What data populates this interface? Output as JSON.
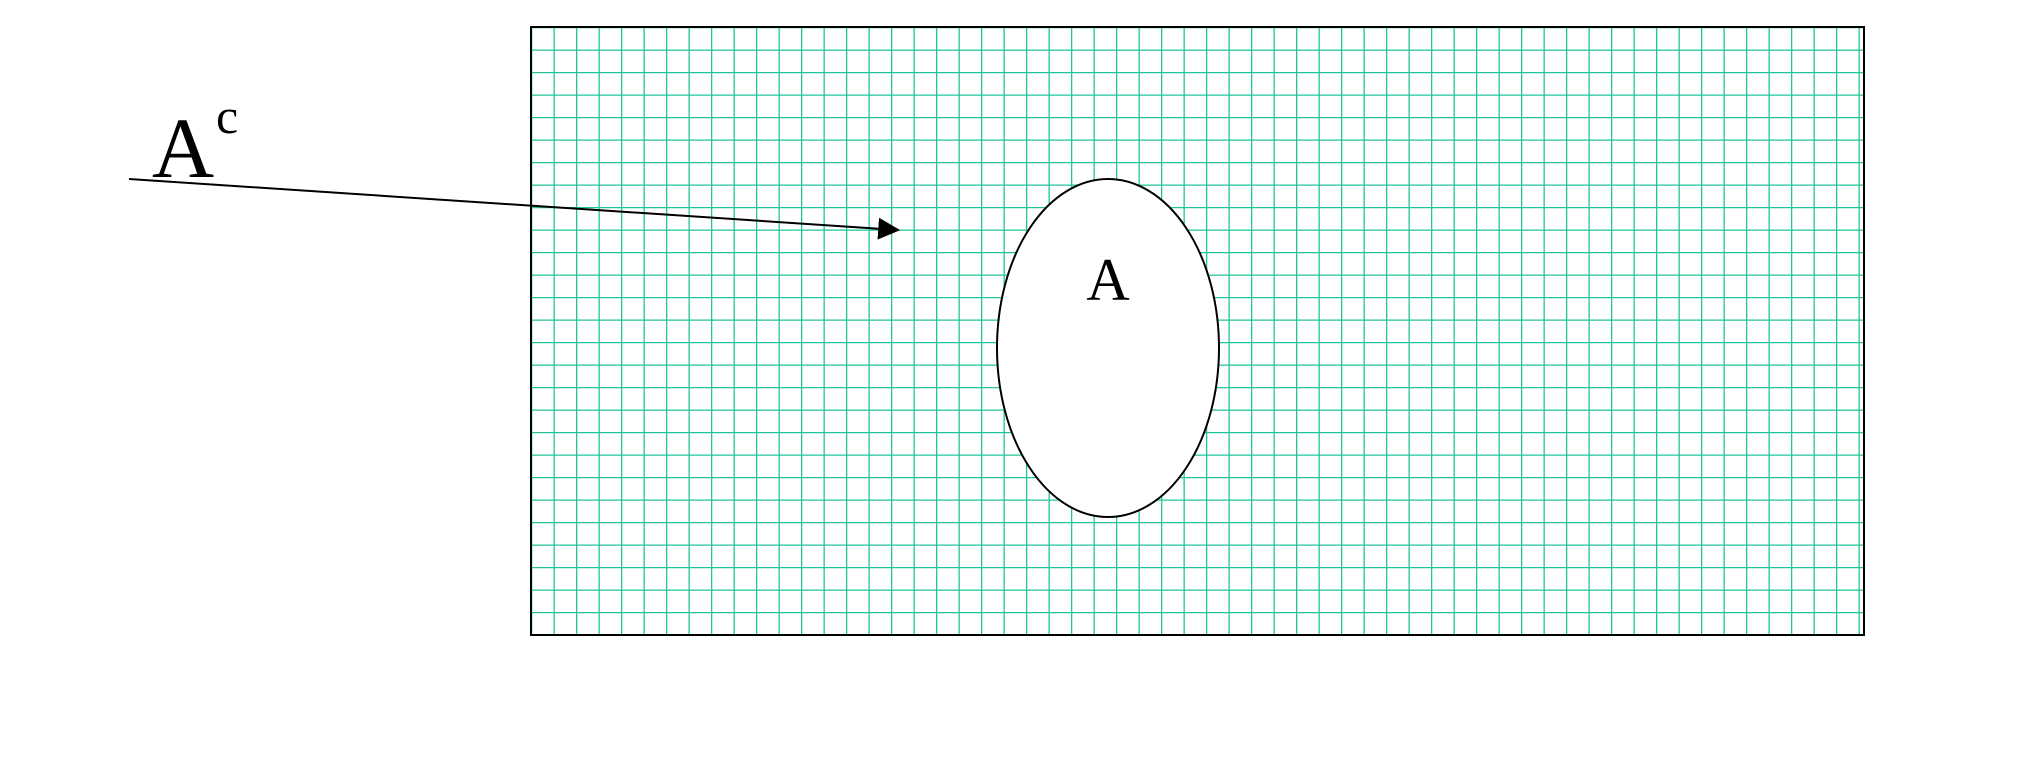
{
  "diagram": {
    "set_label": "A",
    "complement_label": {
      "base": "A",
      "superscript": "c"
    }
  },
  "colors": {
    "grid_line": "#1fc49a",
    "border": "#000000",
    "set_fill": "#ffffff",
    "background": "#ffffff"
  }
}
